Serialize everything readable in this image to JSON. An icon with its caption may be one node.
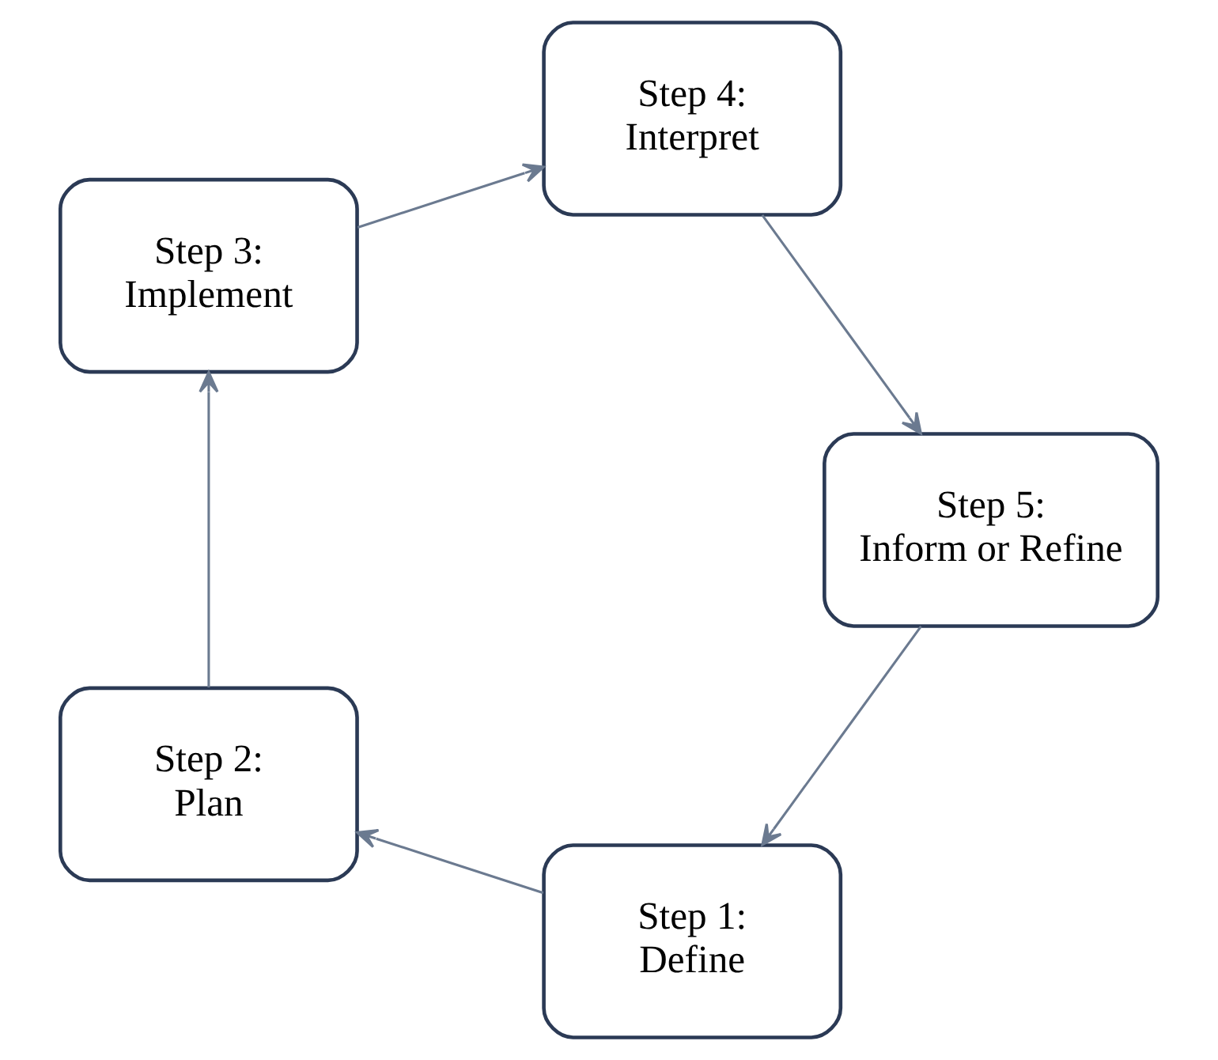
{
  "diagram": {
    "nodes": [
      {
        "text": [
          "Step 1:",
          "Define"
        ]
      },
      {
        "text": [
          "Step 2:",
          "Plan"
        ]
      },
      {
        "text": [
          "Step 3:",
          "Implement"
        ]
      },
      {
        "text": [
          "Step 4:",
          "Interpret"
        ]
      },
      {
        "text": [
          "Step 5:",
          "Inform or Refine"
        ]
      }
    ],
    "edges": [
      {
        "from": 0,
        "to": 1,
        "arrow": "to"
      },
      {
        "from": 1,
        "to": 2,
        "arrow": "to"
      },
      {
        "from": 2,
        "to": 3,
        "arrow": "to"
      },
      {
        "from": 3,
        "to": 4,
        "arrow": "to"
      },
      {
        "from": 4,
        "to": 0,
        "arrow": "to"
      }
    ]
  }
}
